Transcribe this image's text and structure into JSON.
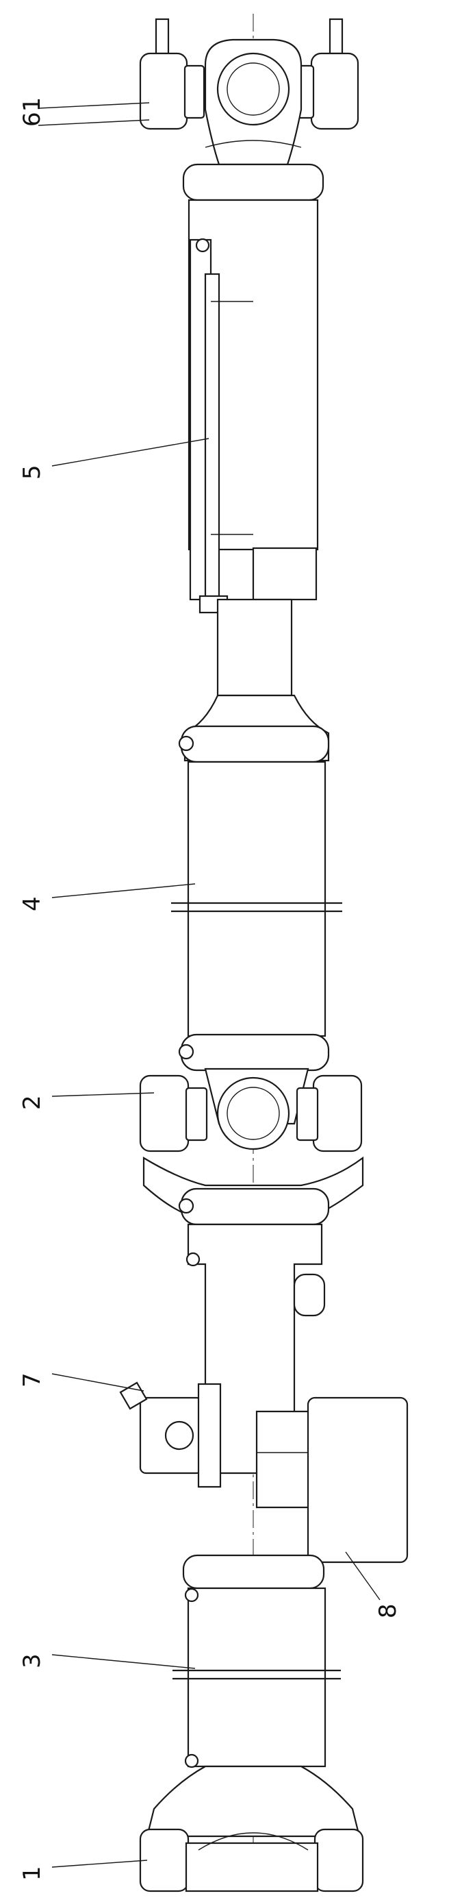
{
  "diagram": {
    "callouts": [
      {
        "id": "61",
        "label": "61"
      },
      {
        "id": "5",
        "label": "5"
      },
      {
        "id": "4",
        "label": "4"
      },
      {
        "id": "2",
        "label": "2"
      },
      {
        "id": "7",
        "label": "7"
      },
      {
        "id": "8",
        "label": "8"
      },
      {
        "id": "3",
        "label": "3"
      },
      {
        "id": "1",
        "label": "1"
      }
    ],
    "colors": {
      "line": "#1a1a1a",
      "background": "#ffffff"
    }
  }
}
